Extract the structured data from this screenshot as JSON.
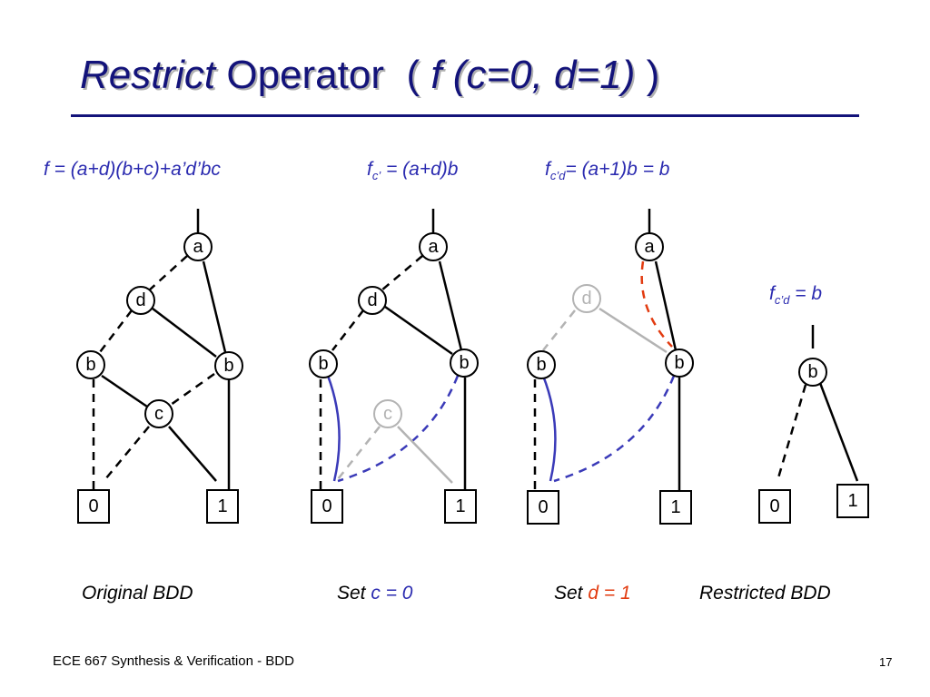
{
  "title": {
    "restrict": "Restrict",
    "operator": "Operator",
    "open_paren": "(",
    "expr": "f (c=0, d=1)",
    "close_paren": ")"
  },
  "formulas": {
    "original": "f = (a+d)(b+c)+a’d’bc",
    "set_c_f": "f",
    "set_c_sub": "c’",
    "set_c_rhs": " = (a+d)b",
    "set_d_f": "f",
    "set_d_sub": "c’d",
    "set_d_rhs": "= (a+1)b = b",
    "restricted_f": "f",
    "restricted_sub": "c’d",
    "restricted_rhs": " = b"
  },
  "captions": {
    "original": "Original BDD",
    "set_c_prefix": "Set ",
    "set_c_expr": "c = 0",
    "set_d_prefix": "Set ",
    "set_d_expr": "d = 1",
    "restricted": "Restricted BDD"
  },
  "diagrams": {
    "original": {
      "nodes": [
        "a",
        "d",
        "b",
        "b",
        "c"
      ],
      "terminals": [
        "0",
        "1"
      ]
    },
    "set_c": {
      "nodes": [
        "a",
        "d",
        "b",
        "b",
        "c"
      ],
      "terminals": [
        "0",
        "1"
      ]
    },
    "set_d": {
      "nodes": [
        "a",
        "d",
        "b",
        "b"
      ],
      "terminals": [
        "0",
        "1"
      ]
    },
    "restricted": {
      "nodes": [
        "b"
      ],
      "terminals": [
        "0",
        "1"
      ]
    }
  },
  "colors": {
    "title": "#13137a",
    "formula": "#2b2bb0",
    "highlight_edge": "#3a3ab8",
    "removed": "#b3b3b3",
    "restrict_edge": "#e23b10"
  },
  "footer": {
    "course": "ECE 667 Synthesis & Verification - BDD",
    "page": "17"
  }
}
